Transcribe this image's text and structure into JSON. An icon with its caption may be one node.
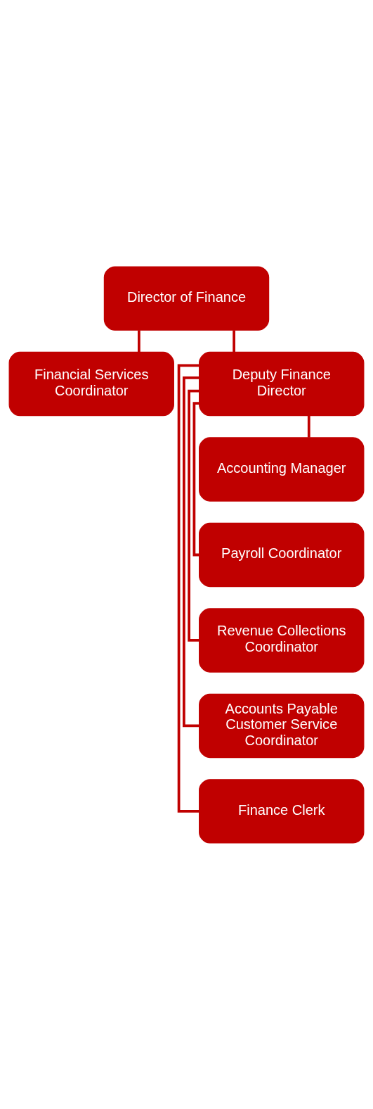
{
  "diagram": {
    "nodes": [
      {
        "text": [
          "Director of Finance"
        ]
      },
      {
        "text": [
          "Financial Services Coordinator"
        ]
      },
      {
        "text": [
          "Deputy Finance Director"
        ]
      },
      {
        "text": [
          "Accounting Manager"
        ]
      },
      {
        "text": [
          "Payroll Coordinator"
        ]
      },
      {
        "text": [
          "Revenue Collections Coordinator"
        ]
      },
      {
        "text": [
          "Accounts Payable Customer Service Coordinator"
        ]
      },
      {
        "text": [
          "Finance Clerk"
        ]
      }
    ],
    "edges": [
      {
        "from": 0,
        "to": 1,
        "arrow": "none"
      },
      {
        "from": 0,
        "to": 2,
        "arrow": "none"
      },
      {
        "from": 2,
        "to": 3,
        "arrow": "none"
      },
      {
        "from": 2,
        "to": 4,
        "arrow": "none"
      },
      {
        "from": 2,
        "to": 5,
        "arrow": "none"
      },
      {
        "from": 2,
        "to": 6,
        "arrow": "none"
      },
      {
        "from": 2,
        "to": 7,
        "arrow": "none"
      }
    ]
  }
}
